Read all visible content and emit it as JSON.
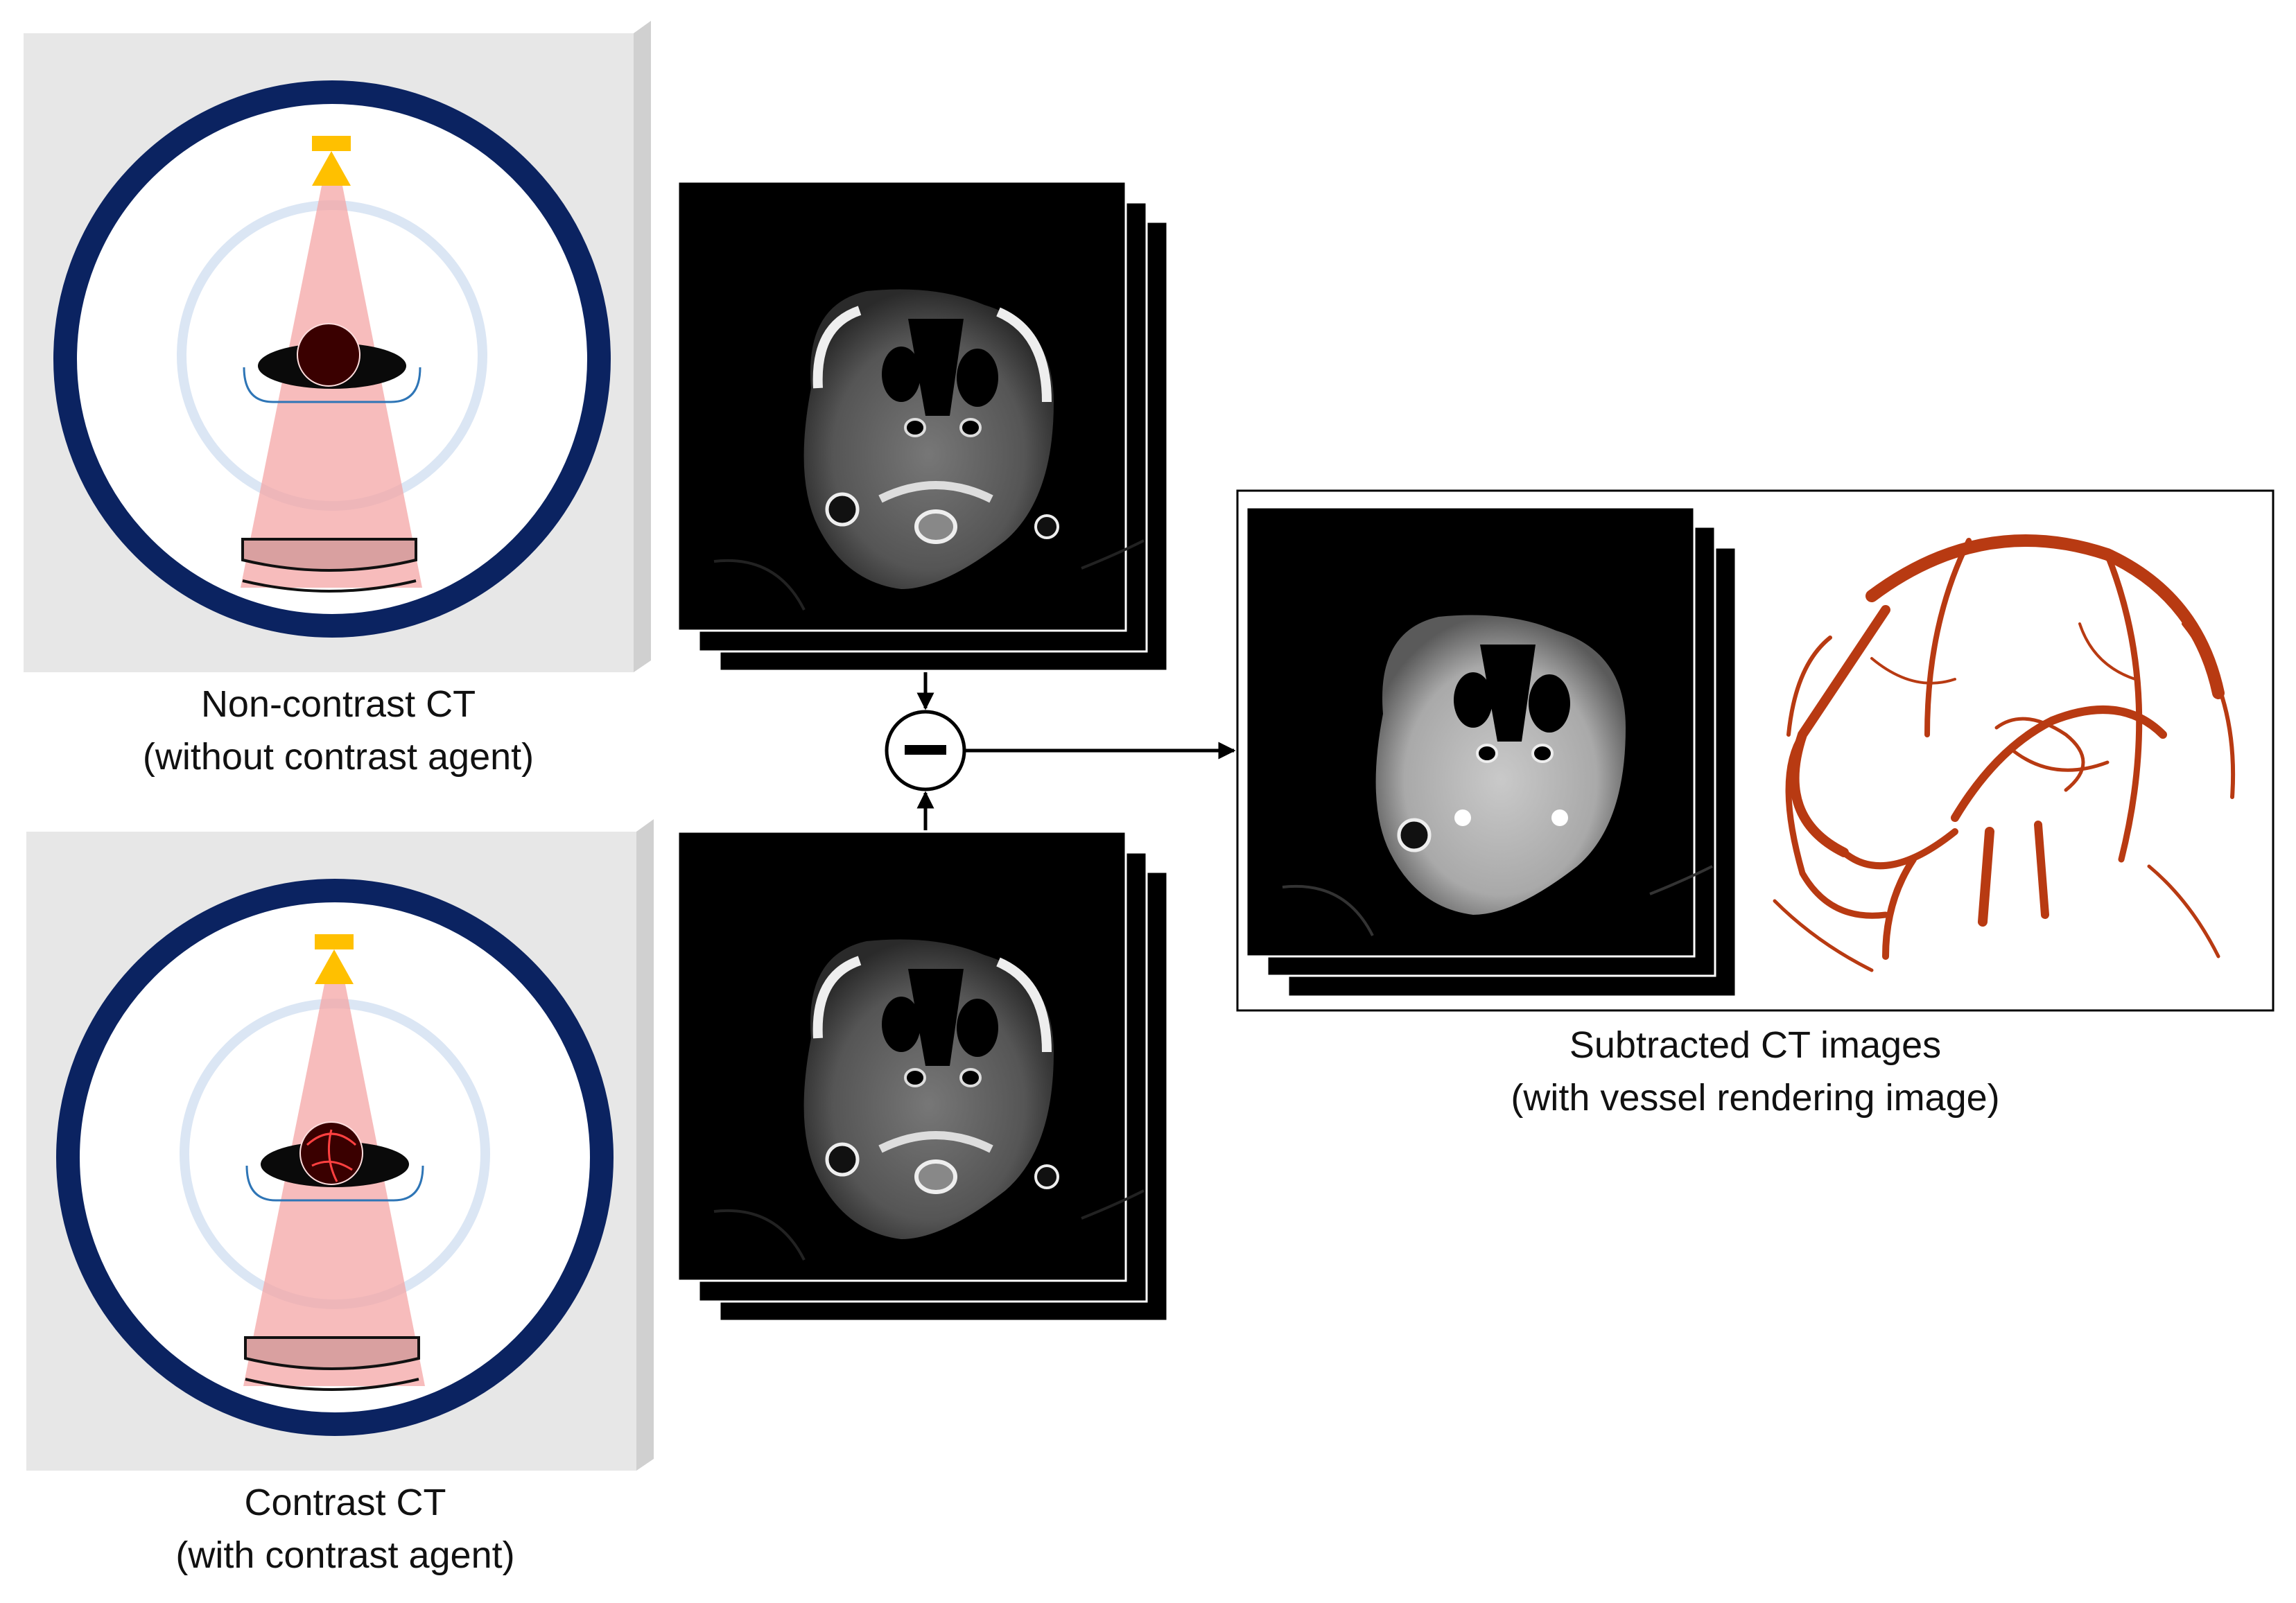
{
  "scanners": [
    {
      "id": "non-contrast",
      "caption_line1": "Non-contrast CT",
      "caption_line2": "(without contrast agent)",
      "contrast_agent": false
    },
    {
      "id": "contrast",
      "caption_line1": "Contrast CT",
      "caption_line2": "(with contrast agent)",
      "contrast_agent": true
    }
  ],
  "operator": {
    "symbol": "minus",
    "meaning": "subtraction"
  },
  "result": {
    "caption_line1": "Subtracted CT images",
    "caption_line2": "(with vessel rendering image)"
  },
  "colors": {
    "gantry_ring": "#0b2361",
    "detector_source": "#ffc000",
    "xray_beam": "#f4a6a6",
    "vessels": "#b83a12",
    "panel_background": "#e7e7e7"
  }
}
